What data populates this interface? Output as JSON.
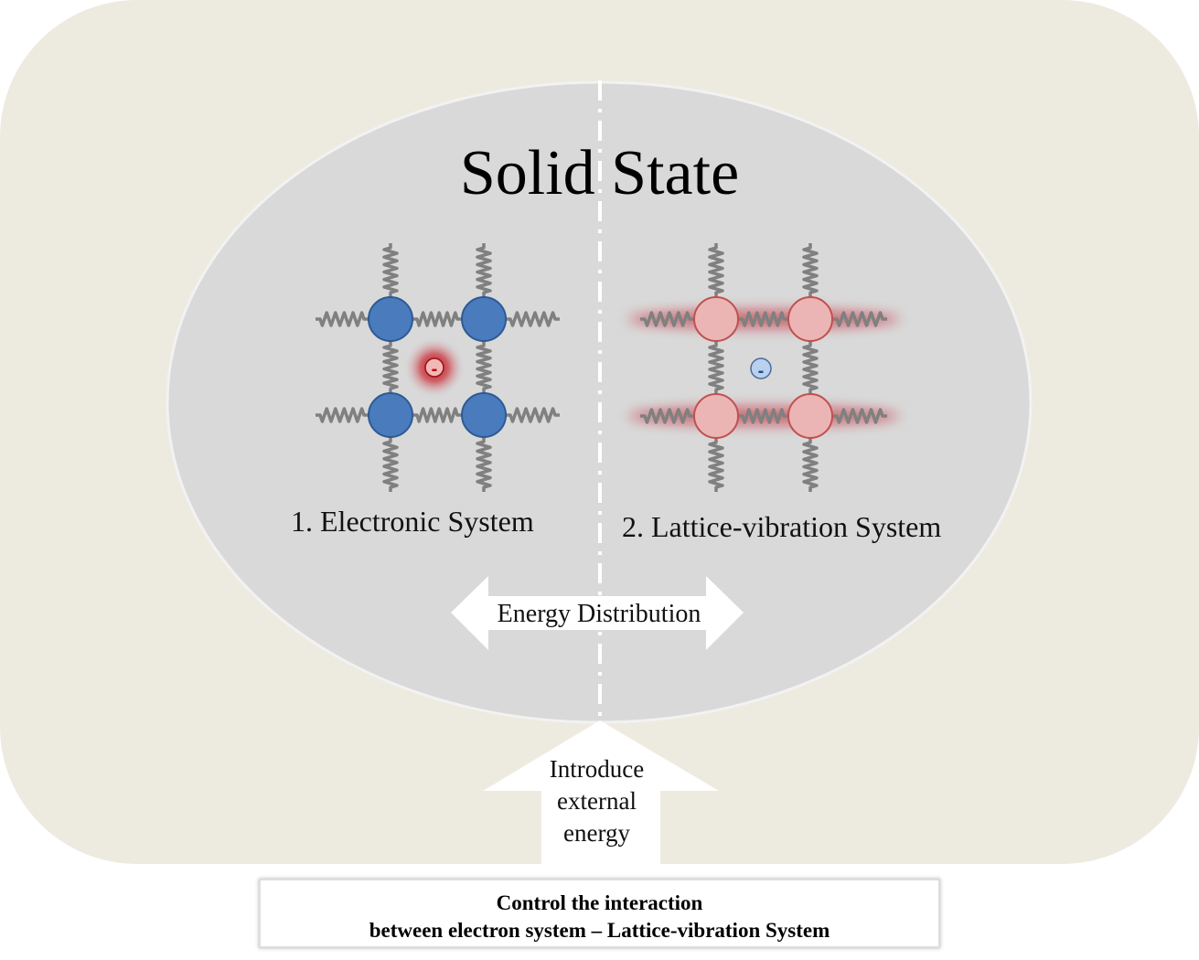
{
  "title": "Solid State",
  "systems": {
    "electronic": {
      "label": "1. Electronic System",
      "charge": "-"
    },
    "lattice": {
      "label": "2. Lattice-vibration System",
      "charge": "-"
    }
  },
  "energy_distribution": "Energy Distribution",
  "external_energy": {
    "line1": "Introduce",
    "line2": "external",
    "line3": "energy"
  },
  "control": {
    "line1": "Control the interaction",
    "line2": "between electron system – Lattice-vibration System"
  },
  "colors": {
    "outer_panel": "#edeae0",
    "ellipse": "#d9d9d9",
    "electronic_atom": "#4a7bbd",
    "lattice_atom": "#ecb5b5",
    "spring": "#808080",
    "electron_glow": "#c0000c"
  }
}
